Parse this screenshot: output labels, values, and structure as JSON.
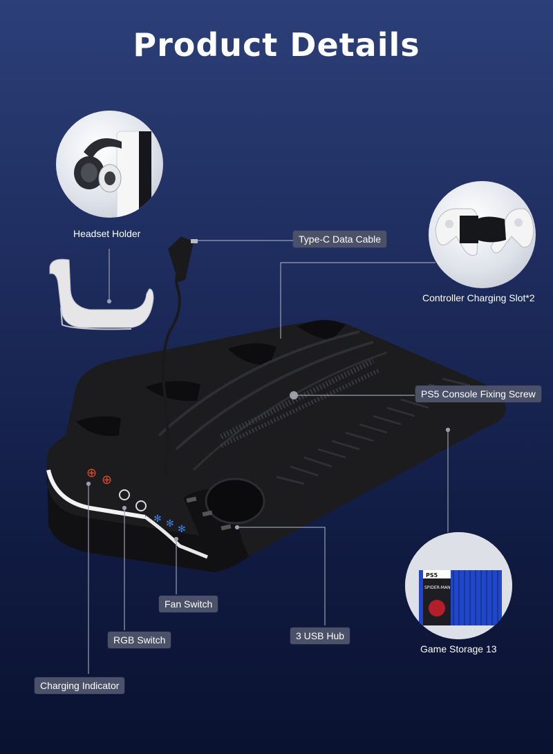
{
  "page": {
    "title": "Product Details"
  },
  "features": {
    "headset_holder": "Headset Holder",
    "type_c_cable": "Type-C Data Cable",
    "controller_slot": "Controller Charging Slot*2",
    "fixing_screw": "PS5 Console Fixing Screw",
    "fan_switch": "Fan Switch",
    "rgb_switch": "RGB Switch",
    "usb_hub": "3 USB Hub",
    "game_storage": "Game Storage 13",
    "charging_indicator": "Charging Indicator"
  },
  "game_box": {
    "brand": "PS5",
    "title": "SPIDER-MAN"
  },
  "colors": {
    "background_top": "#2c3f78",
    "background_bottom": "#0a1230",
    "tag_bg": "#4a5168",
    "leader_line": "#9aa0b0",
    "indicator_red": "#e24a2c",
    "indicator_blue": "#3d7de8",
    "stand_body": "#1c1c1e",
    "game_case_blue": "#2246c8"
  }
}
